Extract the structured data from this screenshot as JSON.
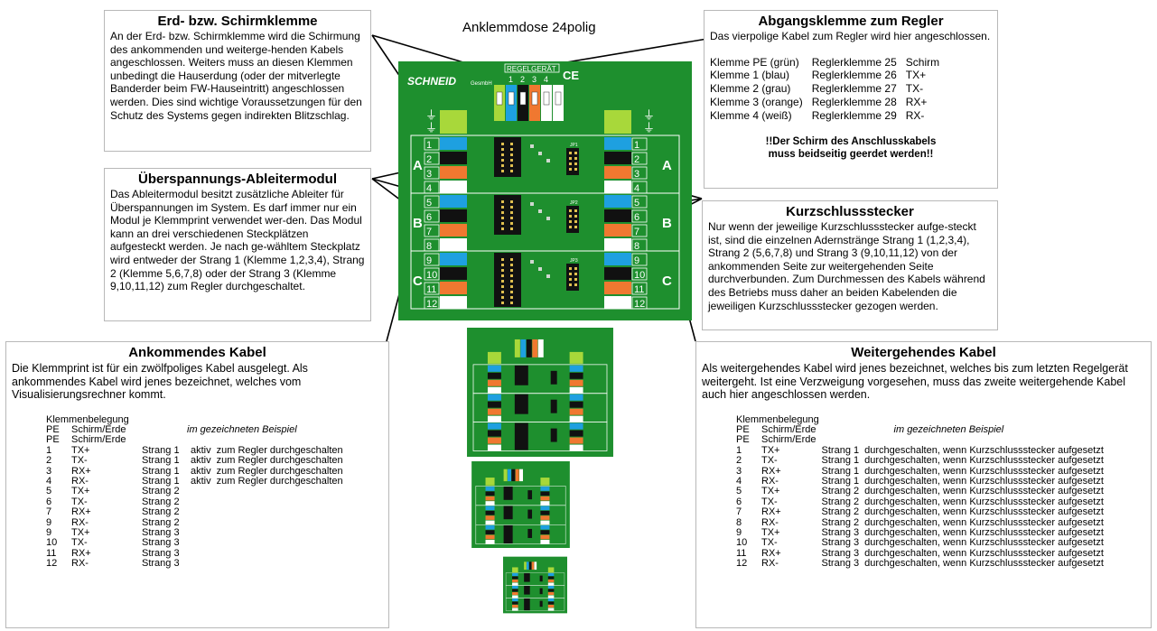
{
  "title": "Anklemmdose 24polig",
  "erd": {
    "heading": "Erd- bzw. Schirmklemme",
    "text": "An der Erd- bzw. Schirmklemme wird die Schirmung des ankommenden und weiterge-henden Kabels angeschlossen. Weiters muss an diesen Klemmen unbedingt die Hauserdung (oder der mitverlegte Banderder beim FW-Hauseintritt) angeschlossen werden. Dies sind wichtige Voraussetzungen für den Schutz des Systems gegen indirekten Blitzschlag."
  },
  "ueber": {
    "heading": "Überspannungs-Ableitermodul",
    "text": "Das Ableitermodul besitzt zusätzliche Ableiter für Überspannungen im System. Es darf immer nur ein Modul je Klemmprint verwendet wer-den. Das Modul kann an drei verschiedenen Steckplätzen aufgesteckt werden. Je nach ge-wähltem Steckplatz wird entweder der Strang 1 (Klemme 1,2,3,4), Strang 2 (Klemme 5,6,7,8) oder der Strang 3 (Klemme 9,10,11,12) zum Regler durchgeschaltet."
  },
  "abgang": {
    "heading": "Abgangsklemme zum Regler",
    "text": "Das vierpolige Kabel zum Regler wird hier angeschlossen.",
    "rows": [
      [
        "Klemme PE (grün)",
        "Reglerklemme 25",
        "Schirm"
      ],
      [
        "Klemme 1 (blau)",
        "Reglerklemme 26",
        "TX+"
      ],
      [
        "Klemme 2 (grau)",
        "Reglerklemme 27",
        "TX-"
      ],
      [
        "Klemme 3 (orange)",
        "Reglerklemme 28",
        "RX+"
      ],
      [
        "Klemme 4 (weiß)",
        "Reglerklemme 29",
        "RX-"
      ]
    ],
    "warning1": "!!Der Schirm des Anschlusskabels",
    "warning2": "muss beidseitig geerdet werden!!"
  },
  "kurz": {
    "heading": "Kurzschlussstecker",
    "text": "Nur wenn der jeweilige Kurzschlussstecker aufge-steckt ist, sind die einzelnen Adernstränge Strang 1 (1,2,3,4), Strang 2 (5,6,7,8) und Strang 3 (9,10,11,12) von der ankommenden Seite zur weitergehenden Seite durchverbunden. Zum Durchmessen des Kabels während des Betriebs muss daher an beiden Kabelenden die jeweiligen Kurzschlussstecker gezogen werden."
  },
  "ank": {
    "heading": "Ankommendes Kabel",
    "text": "Die Klemmprint ist für ein zwölfpoliges Kabel ausgelegt. Als ankommendes Kabel wird jenes bezeichnet, welches vom Visualisierungsrechner kommt.",
    "belegung": "Klemmenbelegung",
    "example": "im gezeichneten Beispiel",
    "pe1": [
      "PE",
      "Schirm/Erde"
    ],
    "pe2": [
      "PE",
      "Schirm/Erde"
    ],
    "rows": [
      [
        "1",
        "TX+",
        "Strang 1",
        "aktiv",
        "zum Regler durchgeschalten"
      ],
      [
        "2",
        "TX-",
        "Strang 1",
        "aktiv",
        "zum Regler durchgeschalten"
      ],
      [
        "3",
        "RX+",
        "Strang 1",
        "aktiv",
        "zum Regler durchgeschalten"
      ],
      [
        "4",
        "RX-",
        "Strang 1",
        "aktiv",
        "zum Regler durchgeschalten"
      ],
      [
        "",
        "",
        "",
        "",
        ""
      ],
      [
        "5",
        "TX+",
        "Strang 2",
        "",
        ""
      ],
      [
        "6",
        "TX-",
        "Strang 2",
        "",
        ""
      ],
      [
        "7",
        "RX+",
        "Strang 2",
        "",
        ""
      ],
      [
        "9",
        "RX-",
        "Strang 2",
        "",
        ""
      ],
      [
        "",
        "",
        "",
        "",
        ""
      ],
      [
        "9",
        "TX+",
        "Strang 3",
        "",
        ""
      ],
      [
        "10",
        "TX-",
        "Strang 3",
        "",
        ""
      ],
      [
        "11",
        "RX+",
        "Strang 3",
        "",
        ""
      ],
      [
        "12",
        "RX-",
        "Strang 3",
        "",
        ""
      ]
    ]
  },
  "weiter": {
    "heading": "Weitergehendes Kabel",
    "text": "Als weitergehendes Kabel wird jenes bezeichnet, welches bis zum letzten Regelgerät weitergeht. Ist eine Verzweigung vorgesehen, muss das zweite weitergehende Kabel auch hier angeschlossen werden.",
    "belegung": "Klemmenbelegung",
    "example": "im gezeichneten Beispiel",
    "pe1": [
      "PE",
      "Schirm/Erde"
    ],
    "pe2": [
      "PE",
      "Schirm/Erde"
    ],
    "rows": [
      [
        "1",
        "TX+",
        "Strang 1",
        "durchgeschalten, wenn Kurzschlussstecker aufgesetzt"
      ],
      [
        "2",
        "TX-",
        "Strang 1",
        "durchgeschalten, wenn Kurzschlussstecker aufgesetzt"
      ],
      [
        "3",
        "RX+",
        "Strang 1",
        "durchgeschalten, wenn Kurzschlussstecker aufgesetzt"
      ],
      [
        "4",
        "RX-",
        "Strang 1",
        "durchgeschalten, wenn Kurzschlussstecker aufgesetzt"
      ],
      [
        "",
        "",
        "",
        ""
      ],
      [
        "5",
        "TX+",
        "Strang 2",
        "durchgeschalten, wenn Kurzschlussstecker aufgesetzt"
      ],
      [
        "6",
        "TX-",
        "Strang 2",
        "durchgeschalten, wenn Kurzschlussstecker aufgesetzt"
      ],
      [
        "7",
        "RX+",
        "Strang 2",
        "durchgeschalten, wenn Kurzschlussstecker aufgesetzt"
      ],
      [
        "8",
        "RX-",
        "Strang 2",
        "durchgeschalten, wenn Kurzschlussstecker aufgesetzt"
      ],
      [
        "",
        "",
        "",
        ""
      ],
      [
        "9",
        "TX+",
        "Strang 3",
        "durchgeschalten, wenn Kurzschlussstecker aufgesetzt"
      ],
      [
        "10",
        "TX-",
        "Strang 3",
        "durchgeschalten, wenn Kurzschlussstecker aufgesetzt"
      ],
      [
        "11",
        "RX+",
        "Strang 3",
        "durchgeschalten, wenn Kurzschlussstecker aufgesetzt"
      ],
      [
        "12",
        "RX-",
        "Strang 3",
        "durchgeschalten, wenn Kurzschlussstecker aufgesetzt"
      ]
    ]
  },
  "board": {
    "brand": "SCHNEID",
    "brand_suffix": "GesmbH",
    "ce": "CE",
    "regler_label": "REGELGERÄT",
    "regler_pins": [
      "1",
      "2",
      "3",
      "4"
    ],
    "ground_symbol": "⏚",
    "group_labels": [
      "A",
      "B",
      "C"
    ],
    "jumper_labels": [
      "JP1",
      "JP2",
      "JP3"
    ],
    "terminal_numbers": [
      "1",
      "2",
      "3",
      "4",
      "5",
      "6",
      "7",
      "8",
      "9",
      "10",
      "11",
      "12"
    ],
    "colors": {
      "pcb": "#1e8f2e",
      "pe": "#a8d83a",
      "blue": "#1ea0e0",
      "black": "#111111",
      "orange": "#f07830",
      "white": "#ffffff",
      "gray": "#9aa0a6"
    }
  }
}
